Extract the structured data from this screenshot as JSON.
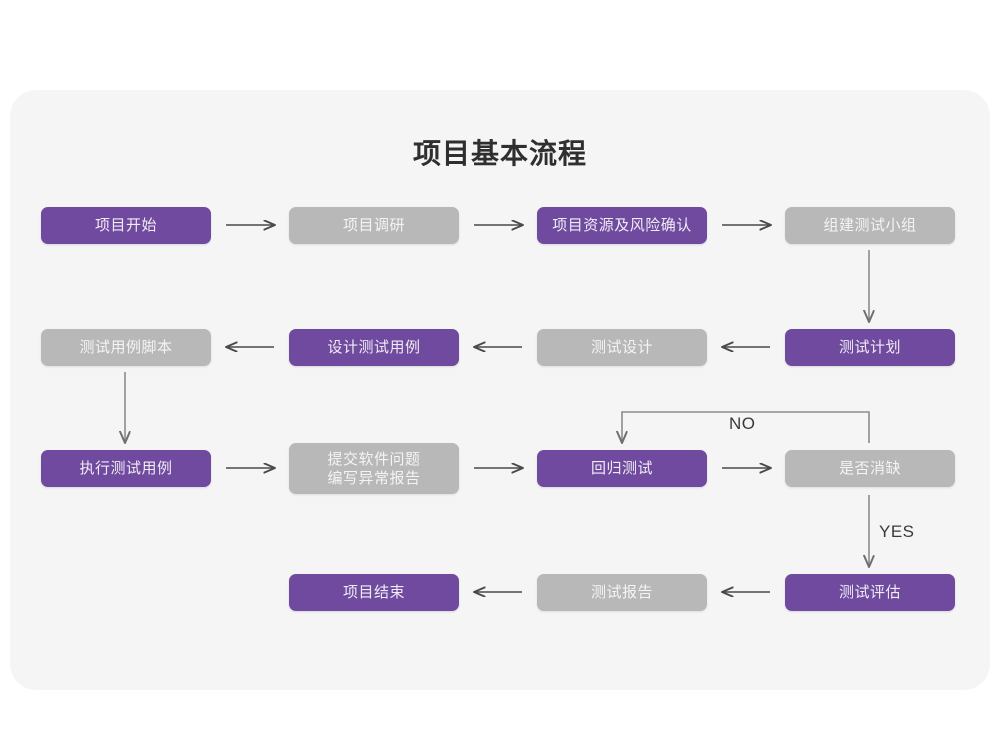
{
  "page": {
    "title": "项目基本流程",
    "background": "#ffffff",
    "card_background": "#f5f5f6"
  },
  "colors": {
    "purple": "#6f4a9e",
    "gray": "#b8b8b8",
    "purple_text": "#f0ecf5",
    "gray_text": "#f4f4f4",
    "arrow": "#4a4a4a",
    "loop_line": "#8c8c8c",
    "title_text": "#2f2f2f"
  },
  "chart_data": {
    "type": "diagram",
    "title": "项目基本流程",
    "nodes": [
      {
        "id": "n1",
        "label": "项目开始",
        "style": "purple",
        "row": 1,
        "col": 1
      },
      {
        "id": "n2",
        "label": "项目调研",
        "style": "gray",
        "row": 1,
        "col": 2
      },
      {
        "id": "n3",
        "label": "项目资源及风险确认",
        "style": "purple",
        "row": 1,
        "col": 3
      },
      {
        "id": "n4",
        "label": "组建测试小组",
        "style": "gray",
        "row": 1,
        "col": 4
      },
      {
        "id": "n5",
        "label": "测试用例脚本",
        "style": "gray",
        "row": 2,
        "col": 1
      },
      {
        "id": "n6",
        "label": "设计测试用例",
        "style": "purple",
        "row": 2,
        "col": 2
      },
      {
        "id": "n7",
        "label": "测试设计",
        "style": "gray",
        "row": 2,
        "col": 3
      },
      {
        "id": "n8",
        "label": "测试计划",
        "style": "purple",
        "row": 2,
        "col": 4
      },
      {
        "id": "n9",
        "label": "执行测试用例",
        "style": "purple",
        "row": 3,
        "col": 1
      },
      {
        "id": "n10",
        "label": "提交软件问题\n编写异常报告",
        "style": "gray",
        "row": 3,
        "col": 2
      },
      {
        "id": "n11",
        "label": "回归测试",
        "style": "purple",
        "row": 3,
        "col": 3
      },
      {
        "id": "n12",
        "label": "是否消缺",
        "style": "gray",
        "row": 3,
        "col": 4
      },
      {
        "id": "n13",
        "label": "项目结束",
        "style": "purple",
        "row": 4,
        "col": 2
      },
      {
        "id": "n14",
        "label": "测试报告",
        "style": "gray",
        "row": 4,
        "col": 3
      },
      {
        "id": "n15",
        "label": "测试评估",
        "style": "purple",
        "row": 4,
        "col": 4
      }
    ],
    "edges": [
      {
        "from": "n1",
        "to": "n2",
        "direction": "right",
        "label": ""
      },
      {
        "from": "n2",
        "to": "n3",
        "direction": "right",
        "label": ""
      },
      {
        "from": "n3",
        "to": "n4",
        "direction": "right",
        "label": ""
      },
      {
        "from": "n4",
        "to": "n8",
        "direction": "down",
        "label": ""
      },
      {
        "from": "n8",
        "to": "n7",
        "direction": "left",
        "label": ""
      },
      {
        "from": "n7",
        "to": "n6",
        "direction": "left",
        "label": ""
      },
      {
        "from": "n6",
        "to": "n5",
        "direction": "left",
        "label": ""
      },
      {
        "from": "n5",
        "to": "n9",
        "direction": "down",
        "label": ""
      },
      {
        "from": "n9",
        "to": "n10",
        "direction": "right",
        "label": ""
      },
      {
        "from": "n10",
        "to": "n11",
        "direction": "right",
        "label": ""
      },
      {
        "from": "n11",
        "to": "n12",
        "direction": "right",
        "label": ""
      },
      {
        "from": "n12",
        "to": "n11",
        "direction": "loop-up",
        "label": "NO"
      },
      {
        "from": "n12",
        "to": "n15",
        "direction": "down",
        "label": "YES"
      },
      {
        "from": "n15",
        "to": "n14",
        "direction": "left",
        "label": ""
      },
      {
        "from": "n14",
        "to": "n13",
        "direction": "left",
        "label": ""
      }
    ],
    "labels": [
      {
        "id": "no",
        "text": "NO"
      },
      {
        "id": "yes",
        "text": "YES"
      }
    ]
  }
}
